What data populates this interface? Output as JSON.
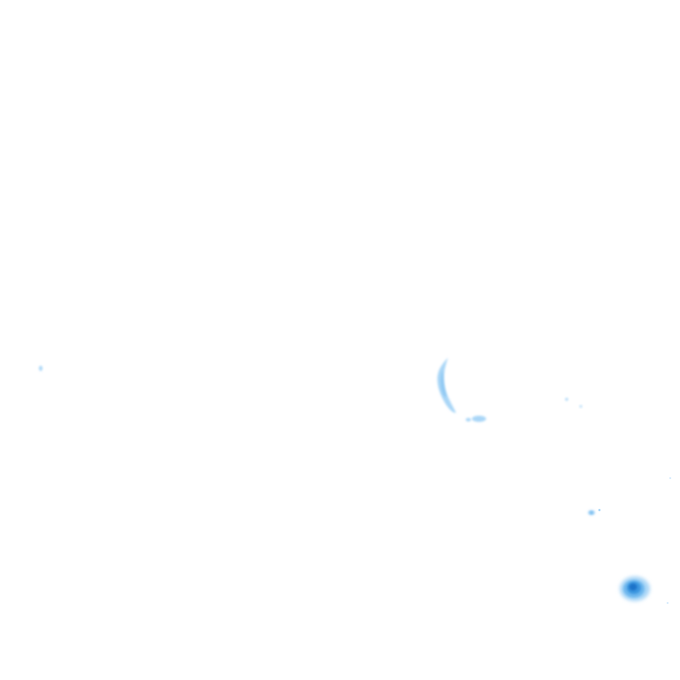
{
  "map": {
    "kind": "precipitation-radar-overlay",
    "background_color": "#ffffff",
    "palette": {
      "light": "#a9d6f7",
      "medium": "#6fb8ee",
      "strong": "#3d97e0",
      "core": "#1f73c9"
    },
    "echoes": [
      {
        "id": "echo-far-left-speck",
        "intensity": "light"
      },
      {
        "id": "echo-central-arc",
        "intensity": "light"
      },
      {
        "id": "echo-central-tail",
        "intensity": "light"
      },
      {
        "id": "echo-right-specks",
        "intensity": "light"
      },
      {
        "id": "echo-lower-right-speck",
        "intensity": "medium"
      },
      {
        "id": "echo-lower-right-cell",
        "intensity": "core"
      }
    ]
  }
}
